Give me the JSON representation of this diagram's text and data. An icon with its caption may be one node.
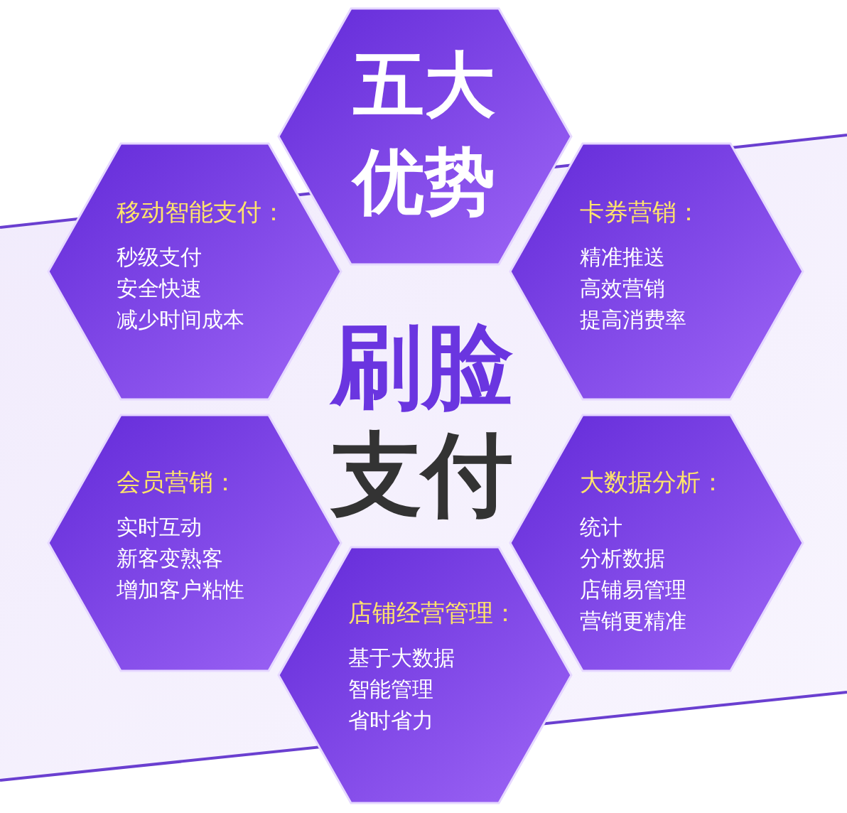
{
  "diagram": {
    "nodes": [
      {
        "text": [
          "五大优势"
        ]
      },
      {
        "text": [
          "移动智能支付：",
          "秒级支付",
          "安全快速",
          "减少时间成本"
        ]
      },
      {
        "text": [
          "卡券营销：",
          "精准推送",
          "高效营销",
          "提高消费率"
        ]
      },
      {
        "text": [
          "会员营销：",
          "实时互动",
          "新客变熟客",
          "增加客户粘性"
        ]
      },
      {
        "text": [
          "大数据分析：",
          "统计",
          "分析数据",
          "店铺易管理",
          "营销更精准"
        ]
      },
      {
        "text": [
          "店铺经营管理：",
          "基于大数据",
          "智能管理",
          "省时省力"
        ]
      }
    ],
    "labels": [
      "刷脸支付"
    ]
  }
}
